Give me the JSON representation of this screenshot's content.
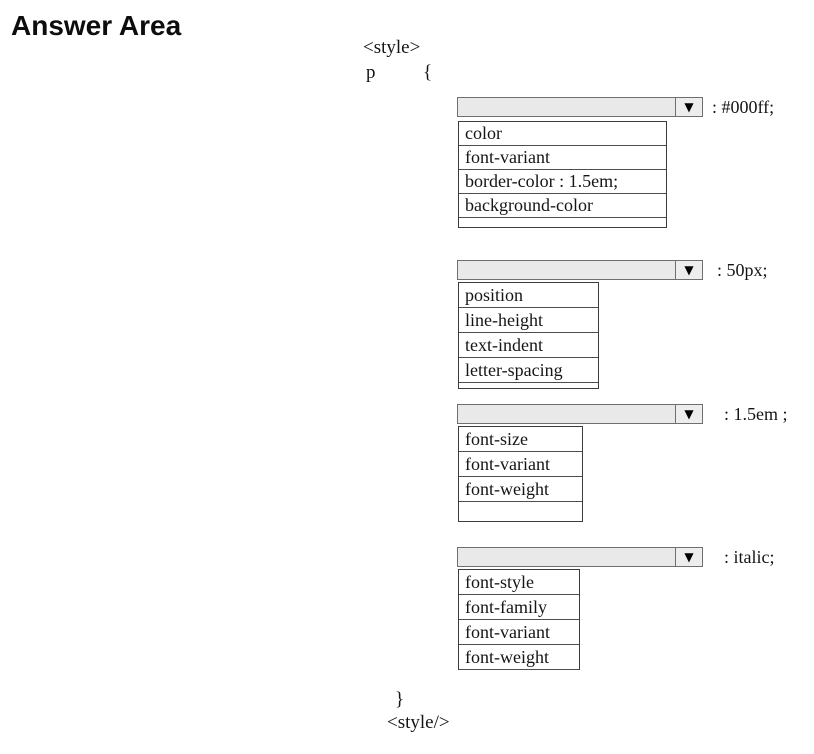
{
  "title": "Answer Area",
  "code": {
    "style_open": "<style>",
    "selector": "p",
    "open_brace": "{",
    "close_brace": "}",
    "style_close": "<style/>"
  },
  "dropdowns": [
    {
      "value": ": #000ff;",
      "options": [
        "color",
        "font-variant",
        "border-color : 1.5em;",
        "background-color"
      ]
    },
    {
      "value": ": 50px;",
      "options": [
        "position",
        "line-height",
        "text-indent",
        "letter-spacing"
      ]
    },
    {
      "value": ": 1.5em ;",
      "options": [
        "font-size",
        "font-variant",
        "font-weight"
      ]
    },
    {
      "value": ": italic;",
      "options": [
        "font-style",
        "font-family",
        "font-variant",
        "font-weight"
      ]
    }
  ],
  "icons": {
    "dropdown_arrow": "▼"
  },
  "colors": {
    "background": "#ffffff",
    "select_fill": "#e9e9e9",
    "select_border": "#6f6f6f",
    "list_border": "#3c3c3c",
    "text": "#151515"
  }
}
